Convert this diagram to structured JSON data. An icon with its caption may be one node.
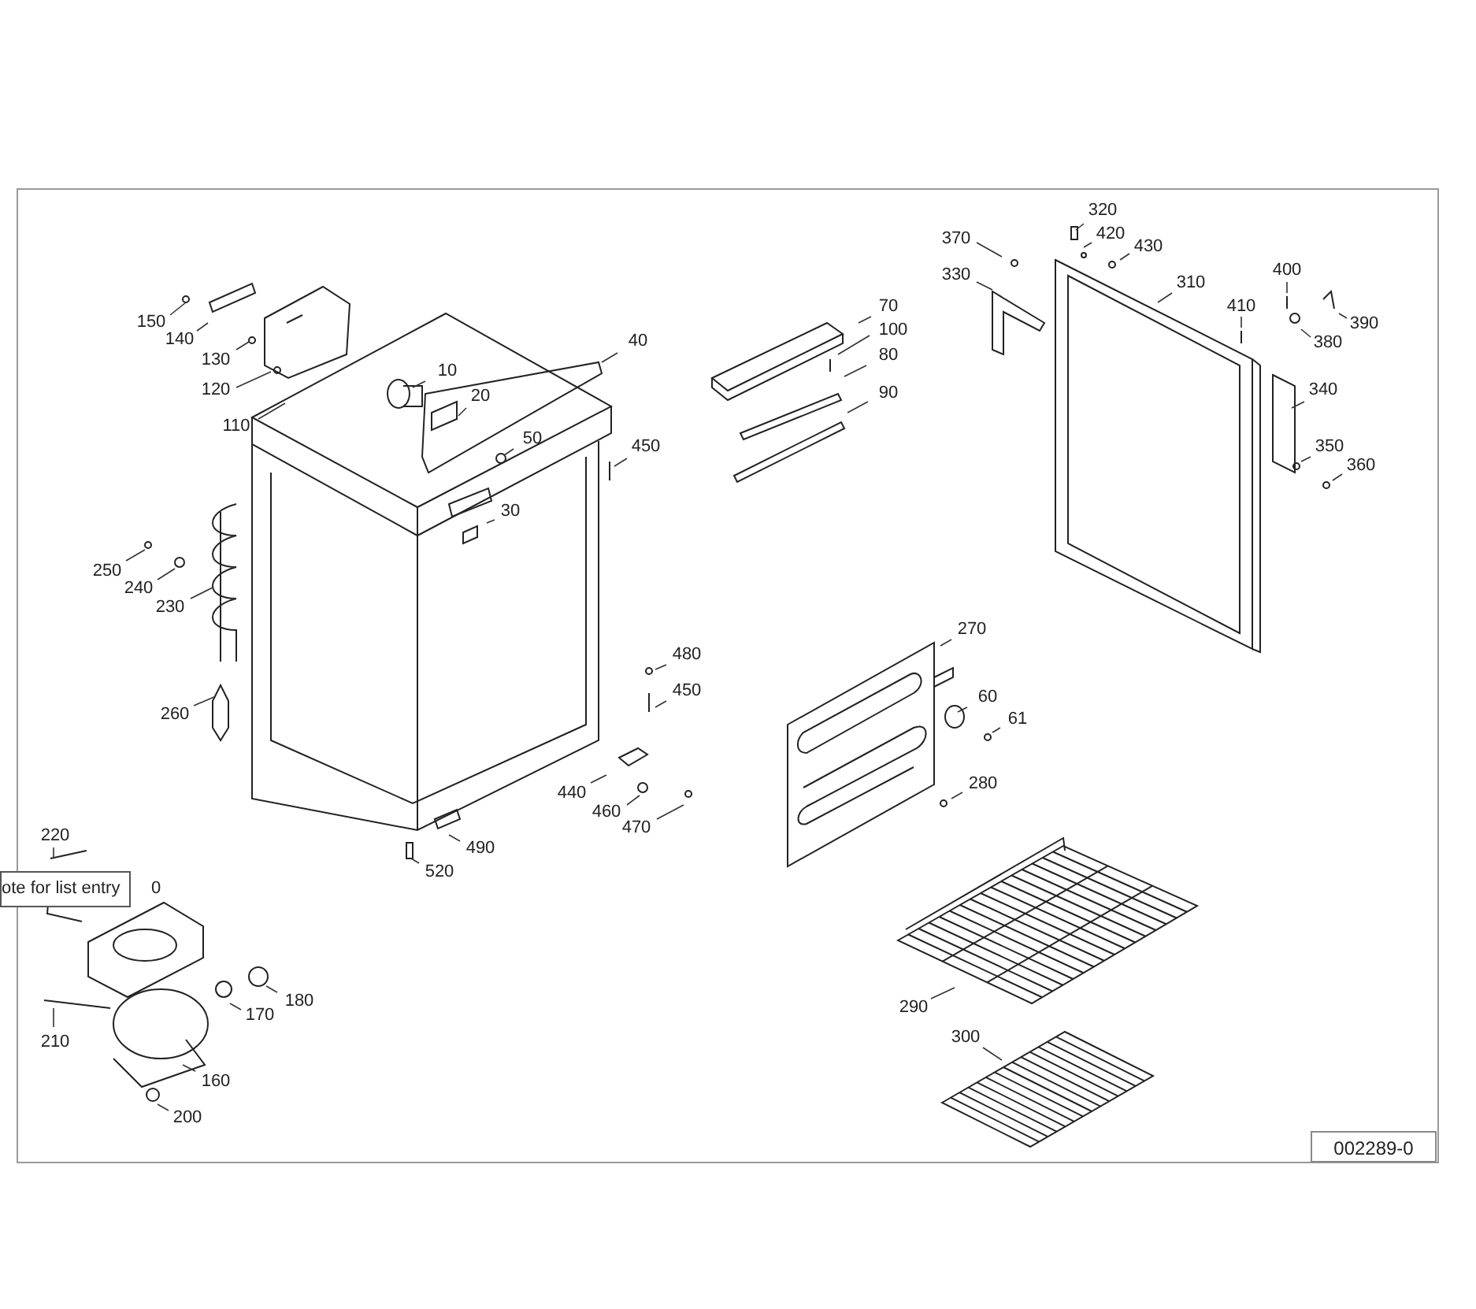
{
  "diagram": {
    "nodes": [
      {
        "text": [
          "150"
        ]
      },
      {
        "text": [
          "140"
        ]
      },
      {
        "text": [
          "130"
        ]
      },
      {
        "text": [
          "120"
        ]
      },
      {
        "text": [
          "110"
        ]
      },
      {
        "text": [
          "10"
        ]
      },
      {
        "text": [
          "20"
        ]
      },
      {
        "text": [
          "40"
        ]
      },
      {
        "text": [
          "50"
        ]
      },
      {
        "text": [
          "450"
        ]
      },
      {
        "text": [
          "30"
        ]
      },
      {
        "text": [
          "250"
        ]
      },
      {
        "text": [
          "240"
        ]
      },
      {
        "text": [
          "230"
        ]
      },
      {
        "text": [
          "260"
        ]
      },
      {
        "text": [
          "480"
        ]
      },
      {
        "text": [
          "450"
        ]
      },
      {
        "text": [
          "440"
        ]
      },
      {
        "text": [
          "460"
        ]
      },
      {
        "text": [
          "470"
        ]
      },
      {
        "text": [
          "490"
        ]
      },
      {
        "text": [
          "520"
        ]
      },
      {
        "text": [
          "220"
        ]
      },
      {
        "text": [
          "210"
        ]
      },
      {
        "text": [
          "180"
        ]
      },
      {
        "text": [
          "170"
        ]
      },
      {
        "text": [
          "160"
        ]
      },
      {
        "text": [
          "200"
        ]
      },
      {
        "text": [
          "70"
        ]
      },
      {
        "text": [
          "100"
        ]
      },
      {
        "text": [
          "80"
        ]
      },
      {
        "text": [
          "90"
        ]
      },
      {
        "text": [
          "370"
        ]
      },
      {
        "text": [
          "330"
        ]
      },
      {
        "text": [
          "320"
        ]
      },
      {
        "text": [
          "420"
        ]
      },
      {
        "text": [
          "430"
        ]
      },
      {
        "text": [
          "310"
        ]
      },
      {
        "text": [
          "410"
        ]
      },
      {
        "text": [
          "400"
        ]
      },
      {
        "text": [
          "390"
        ]
      },
      {
        "text": [
          "380"
        ]
      },
      {
        "text": [
          "340"
        ]
      },
      {
        "text": [
          "350"
        ]
      },
      {
        "text": [
          "360"
        ]
      },
      {
        "text": [
          "270"
        ]
      },
      {
        "text": [
          "60"
        ]
      },
      {
        "text": [
          "61"
        ]
      },
      {
        "text": [
          "280"
        ]
      },
      {
        "text": [
          "290"
        ]
      },
      {
        "text": [
          "300"
        ]
      }
    ],
    "edges": [
      {
        "from": 0,
        "to": null,
        "arrow": "none"
      },
      {
        "from": 1,
        "to": null,
        "arrow": "none"
      },
      {
        "from": 2,
        "to": null,
        "arrow": "none"
      },
      {
        "from": 3,
        "to": null,
        "arrow": "none"
      },
      {
        "from": 4,
        "to": null,
        "arrow": "none"
      },
      {
        "from": 5,
        "to": null,
        "arrow": "none"
      },
      {
        "from": 6,
        "to": null,
        "arrow": "none"
      },
      {
        "from": 7,
        "to": null,
        "arrow": "none"
      },
      {
        "from": 8,
        "to": null,
        "arrow": "none"
      },
      {
        "from": 9,
        "to": null,
        "arrow": "none"
      },
      {
        "from": 10,
        "to": null,
        "arrow": "none"
      },
      {
        "from": 11,
        "to": null,
        "arrow": "none"
      },
      {
        "from": 12,
        "to": null,
        "arrow": "none"
      },
      {
        "from": 13,
        "to": null,
        "arrow": "none"
      },
      {
        "from": 14,
        "to": null,
        "arrow": "none"
      },
      {
        "from": 15,
        "to": null,
        "arrow": "none"
      },
      {
        "from": 16,
        "to": null,
        "arrow": "none"
      },
      {
        "from": 17,
        "to": null,
        "arrow": "none"
      },
      {
        "from": 18,
        "to": null,
        "arrow": "none"
      },
      {
        "from": 19,
        "to": null,
        "arrow": "none"
      },
      {
        "from": 20,
        "to": null,
        "arrow": "none"
      },
      {
        "from": 21,
        "to": null,
        "arrow": "none"
      },
      {
        "from": 22,
        "to": null,
        "arrow": "none"
      },
      {
        "from": 23,
        "to": null,
        "arrow": "none"
      },
      {
        "from": 24,
        "to": null,
        "arrow": "none"
      },
      {
        "from": 25,
        "to": null,
        "arrow": "none"
      },
      {
        "from": 26,
        "to": null,
        "arrow": "none"
      },
      {
        "from": 27,
        "to": null,
        "arrow": "none"
      },
      {
        "from": 28,
        "to": null,
        "arrow": "none"
      },
      {
        "from": 29,
        "to": null,
        "arrow": "none"
      },
      {
        "from": 30,
        "to": null,
        "arrow": "none"
      },
      {
        "from": 31,
        "to": null,
        "arrow": "none"
      },
      {
        "from": 32,
        "to": null,
        "arrow": "none"
      },
      {
        "from": 33,
        "to": null,
        "arrow": "none"
      },
      {
        "from": 34,
        "to": null,
        "arrow": "none"
      },
      {
        "from": 35,
        "to": null,
        "arrow": "none"
      },
      {
        "from": 36,
        "to": null,
        "arrow": "none"
      },
      {
        "from": 37,
        "to": null,
        "arrow": "none"
      },
      {
        "from": 38,
        "to": null,
        "arrow": "none"
      },
      {
        "from": 39,
        "to": null,
        "arrow": "none"
      },
      {
        "from": 40,
        "to": null,
        "arrow": "none"
      },
      {
        "from": 41,
        "to": null,
        "arrow": "none"
      },
      {
        "from": 42,
        "to": null,
        "arrow": "none"
      },
      {
        "from": 43,
        "to": null,
        "arrow": "none"
      },
      {
        "from": 44,
        "to": null,
        "arrow": "none"
      },
      {
        "from": 45,
        "to": null,
        "arrow": "none"
      },
      {
        "from": 46,
        "to": null,
        "arrow": "none"
      },
      {
        "from": 47,
        "to": null,
        "arrow": "none"
      },
      {
        "from": 48,
        "to": null,
        "arrow": "none"
      },
      {
        "from": 49,
        "to": null,
        "arrow": "none"
      },
      {
        "from": 50,
        "to": null,
        "arrow": "none"
      }
    ],
    "labels": [
      "ote for list entry",
      "0",
      "002289-0"
    ]
  }
}
